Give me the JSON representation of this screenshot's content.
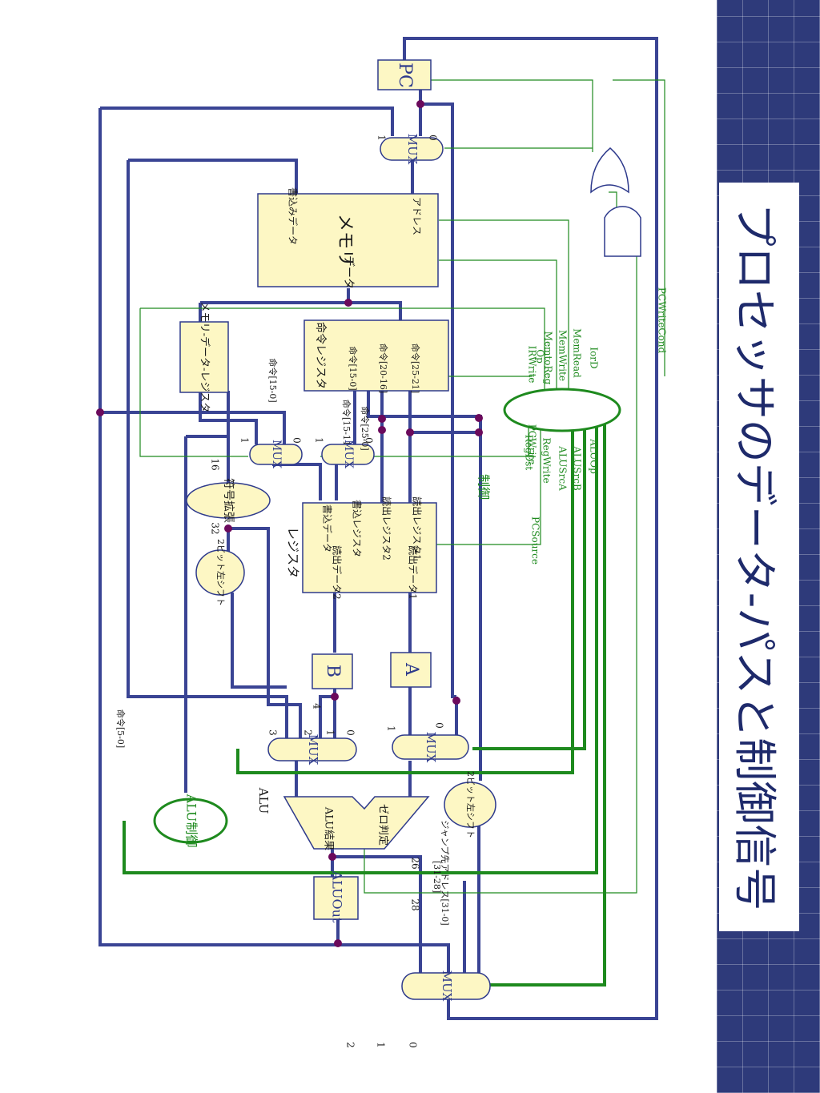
{
  "title": "プロセッサのデータ-パスと制御信号",
  "blocks": {
    "pc": "PC",
    "mux": "MUX",
    "memory": "メモリ",
    "address": "アドレス",
    "data": "データ",
    "write_data": "書込みデータ",
    "mem_data_reg": "メモリ-データ-レジスタ",
    "inst_reg": "命令レジスタ",
    "registers": "レジスタ",
    "read_reg1": "読出レジスタ1",
    "read_reg2": "読出レジスタ2",
    "write_reg": "書込レジスタ",
    "write_data2": "書込データ",
    "read_data1": "読出データ1",
    "read_data2": "読出データ2",
    "a": "A",
    "b": "B",
    "sign_ext": "符号拡張",
    "shift2": "2ビット左シフト",
    "alu_zero": "ゼロ判定",
    "alu_result": "ALU結果",
    "alu_label": "ALU",
    "alu_out": "ALUOut",
    "alu_control": "ALU制御",
    "control": "制御",
    "jump_addr": "ジャンプ先アドレス[31-0]"
  },
  "fields": {
    "f2521": "命令[25-21]",
    "f2016": "命令[20-16]",
    "f150": "命令[15-0]",
    "f1511": "命令[15-11]",
    "f150b": "命令[15-0]",
    "f50": "命令[5-0]",
    "f250": "命令[25-0]",
    "f3128": "[31-28]"
  },
  "signals": {
    "pcwritecond": "PCWriteCond",
    "pcwrite": "PCWrite",
    "iord": "IorD",
    "memread": "MemRead",
    "memwrite": "MemWrite",
    "memtoreg": "MemtoReg",
    "irwrite": "IRWrite",
    "pcsource": "PCSource",
    "aluop": "ALUOp",
    "alusrcb": "ALUSrcB",
    "alusrca": "ALUSrcA",
    "regwrite": "RegWrite",
    "regdst": "RegDst",
    "op": "Op"
  },
  "numbers": {
    "n0": "0",
    "n1": "1",
    "n2": "2",
    "n3": "3",
    "n4": "4",
    "n16": "16",
    "n32": "32",
    "n26": "26",
    "n28": "28"
  },
  "colors": {
    "bus": "#3a4494",
    "control": "#1e8a1e",
    "block": "#fdf7c4",
    "sidebar": "#2e3a7a",
    "junction": "#6b0a5c"
  }
}
